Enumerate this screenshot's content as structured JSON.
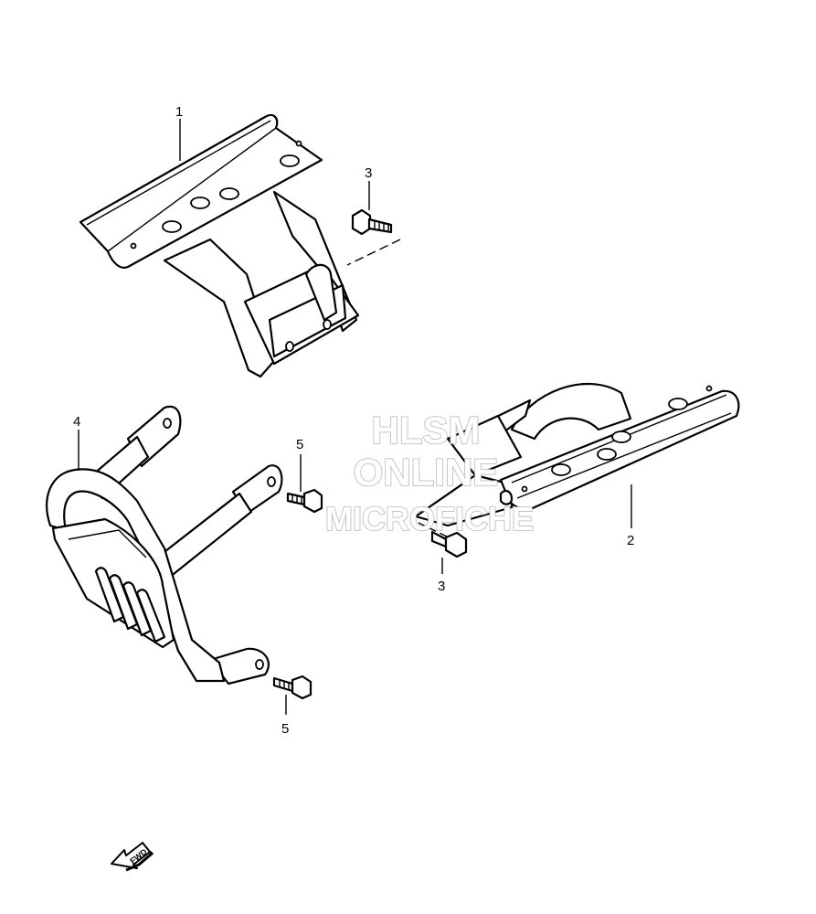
{
  "callouts": {
    "part_1": "1",
    "part_2": "2",
    "part_3_upper": "3",
    "part_3_lower": "3",
    "part_4": "4",
    "part_5_upper": "5",
    "part_5_lower": "5"
  },
  "watermark": {
    "line1": "HLSM",
    "line2": "ONLINE",
    "line3": "MICROFICHE"
  },
  "fwd_label": "FWD",
  "colors": {
    "line": "#000000",
    "watermark_outline": "#b8b8b8",
    "background": "#ffffff"
  }
}
